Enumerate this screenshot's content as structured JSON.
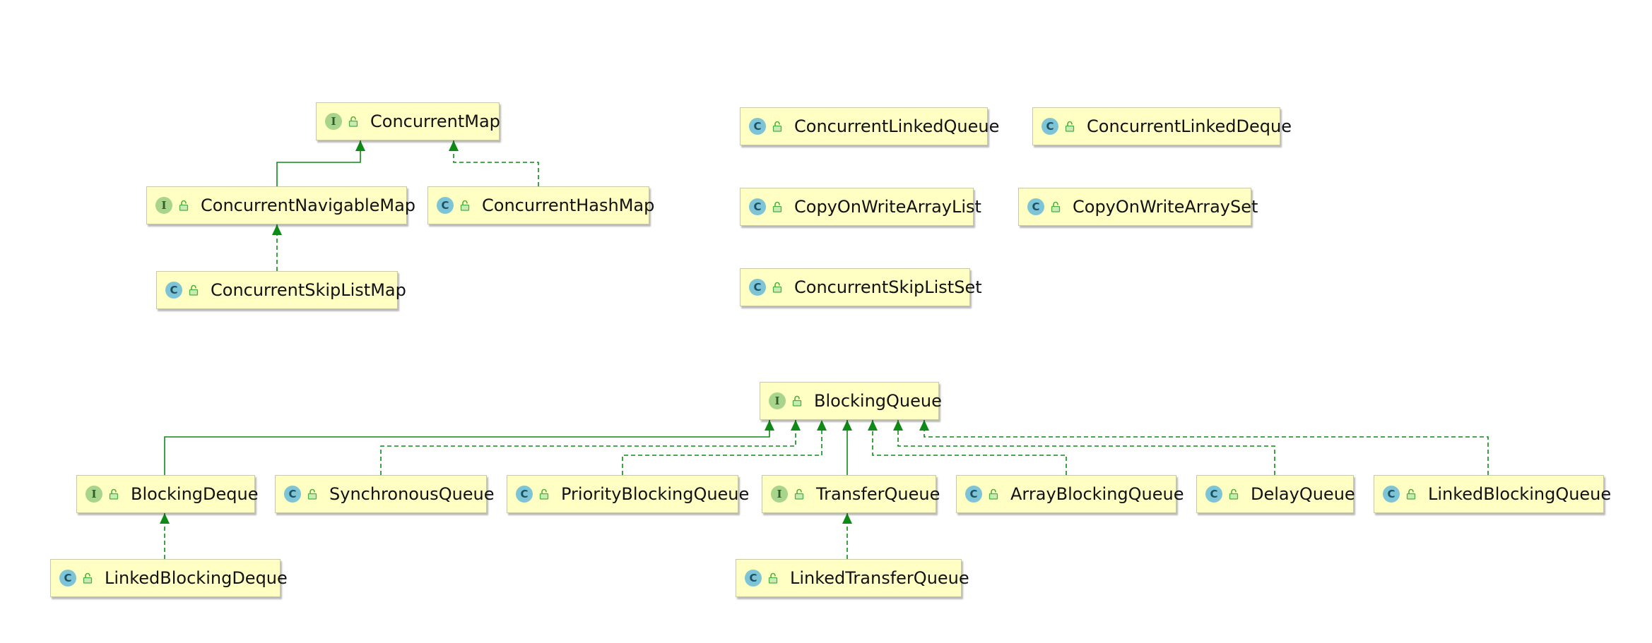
{
  "colors": {
    "edge": "#0e8a16",
    "node_fill": "#ffffc4",
    "node_border": "#c9c9a3",
    "interface_badge": "#a8d48c",
    "class_badge": "#7dc5d6"
  },
  "nodes": [
    {
      "id": "ConcurrentMap",
      "label": "ConcurrentMap",
      "kind": "I"
    },
    {
      "id": "ConcurrentNavigableMap",
      "label": "ConcurrentNavigableMap",
      "kind": "I"
    },
    {
      "id": "ConcurrentHashMap",
      "label": "ConcurrentHashMap",
      "kind": "C"
    },
    {
      "id": "ConcurrentSkipListMap",
      "label": "ConcurrentSkipListMap",
      "kind": "C"
    },
    {
      "id": "ConcurrentLinkedQueue",
      "label": "ConcurrentLinkedQueue",
      "kind": "C"
    },
    {
      "id": "ConcurrentLinkedDeque",
      "label": "ConcurrentLinkedDeque",
      "kind": "C"
    },
    {
      "id": "CopyOnWriteArrayList",
      "label": "CopyOnWriteArrayList",
      "kind": "C"
    },
    {
      "id": "CopyOnWriteArraySet",
      "label": "CopyOnWriteArraySet",
      "kind": "C"
    },
    {
      "id": "ConcurrentSkipListSet",
      "label": "ConcurrentSkipListSet",
      "kind": "C"
    },
    {
      "id": "BlockingQueue",
      "label": "BlockingQueue",
      "kind": "I"
    },
    {
      "id": "BlockingDeque",
      "label": "BlockingDeque",
      "kind": "I"
    },
    {
      "id": "SynchronousQueue",
      "label": "SynchronousQueue",
      "kind": "C"
    },
    {
      "id": "PriorityBlockingQueue",
      "label": "PriorityBlockingQueue",
      "kind": "C"
    },
    {
      "id": "TransferQueue",
      "label": "TransferQueue",
      "kind": "I"
    },
    {
      "id": "ArrayBlockingQueue",
      "label": "ArrayBlockingQueue",
      "kind": "C"
    },
    {
      "id": "DelayQueue",
      "label": "DelayQueue",
      "kind": "C"
    },
    {
      "id": "LinkedBlockingQueue",
      "label": "LinkedBlockingQueue",
      "kind": "C"
    },
    {
      "id": "LinkedBlockingDeque",
      "label": "LinkedBlockingDeque",
      "kind": "C"
    },
    {
      "id": "LinkedTransferQueue",
      "label": "LinkedTransferQueue",
      "kind": "C"
    }
  ],
  "edges": [
    {
      "from": "ConcurrentNavigableMap",
      "to": "ConcurrentMap",
      "type": "extends"
    },
    {
      "from": "ConcurrentHashMap",
      "to": "ConcurrentMap",
      "type": "implements"
    },
    {
      "from": "ConcurrentSkipListMap",
      "to": "ConcurrentNavigableMap",
      "type": "implements"
    },
    {
      "from": "BlockingDeque",
      "to": "BlockingQueue",
      "type": "extends"
    },
    {
      "from": "SynchronousQueue",
      "to": "BlockingQueue",
      "type": "implements"
    },
    {
      "from": "PriorityBlockingQueue",
      "to": "BlockingQueue",
      "type": "implements"
    },
    {
      "from": "TransferQueue",
      "to": "BlockingQueue",
      "type": "extends"
    },
    {
      "from": "ArrayBlockingQueue",
      "to": "BlockingQueue",
      "type": "implements"
    },
    {
      "from": "DelayQueue",
      "to": "BlockingQueue",
      "type": "implements"
    },
    {
      "from": "LinkedBlockingQueue",
      "to": "BlockingQueue",
      "type": "implements"
    },
    {
      "from": "LinkedBlockingDeque",
      "to": "BlockingDeque",
      "type": "implements"
    },
    {
      "from": "LinkedTransferQueue",
      "to": "TransferQueue",
      "type": "implements"
    }
  ]
}
